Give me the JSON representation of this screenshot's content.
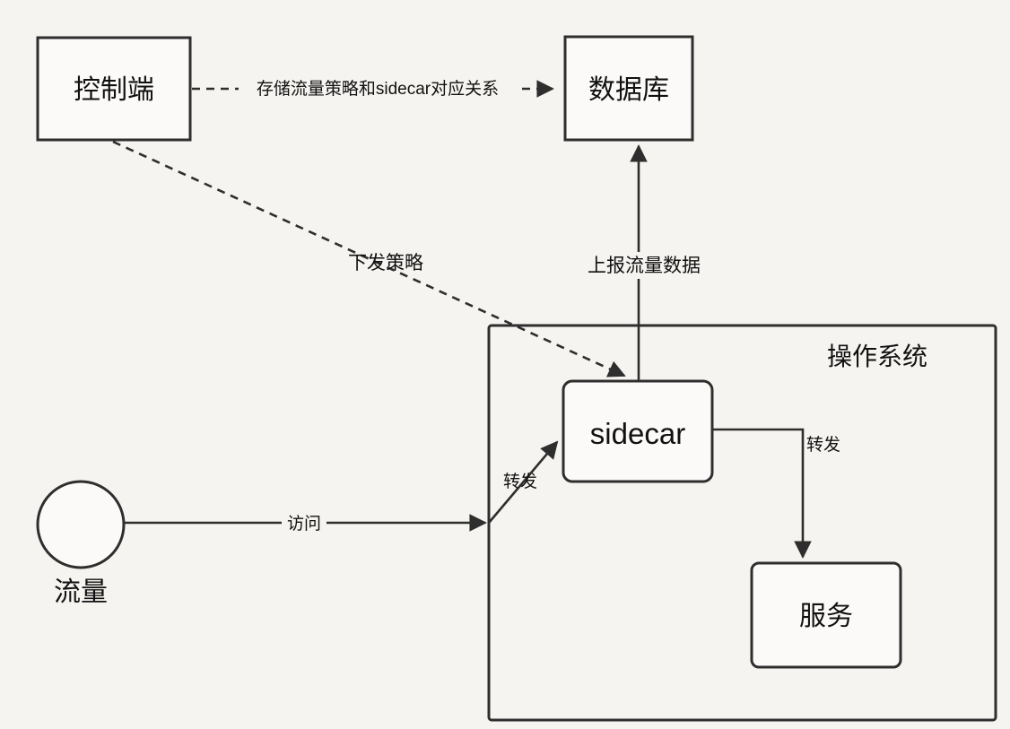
{
  "nodes": {
    "control": {
      "label": "控制端"
    },
    "database": {
      "label": "数据库"
    },
    "os": {
      "label": "操作系统"
    },
    "sidecar": {
      "label": "sidecar"
    },
    "service": {
      "label": "服务"
    },
    "traffic": {
      "label": "流量"
    }
  },
  "edges": {
    "store_policy": {
      "label": "存储流量策略和sidecar对应关系",
      "style": "dashed"
    },
    "push_policy": {
      "label": "下发策略",
      "style": "dashed"
    },
    "report_traffic": {
      "label": "上报流量数据",
      "style": "solid"
    },
    "access": {
      "label": "访问",
      "style": "solid"
    },
    "forward_to_sidecar": {
      "label": "转发",
      "style": "solid"
    },
    "forward_to_service": {
      "label": "转发",
      "style": "solid"
    }
  },
  "colors": {
    "background": "#f5f4f1",
    "stroke": "#2e2e2e",
    "node_fill": "#fbfaf8",
    "text": "#111111"
  }
}
